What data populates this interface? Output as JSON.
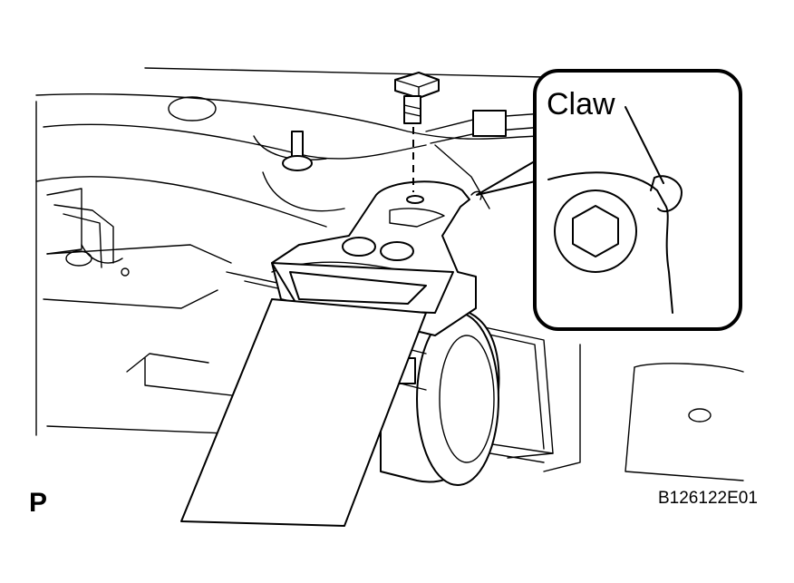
{
  "callout": {
    "label": "Claw"
  },
  "view_letter": "P",
  "figure_id": "B126122E01"
}
